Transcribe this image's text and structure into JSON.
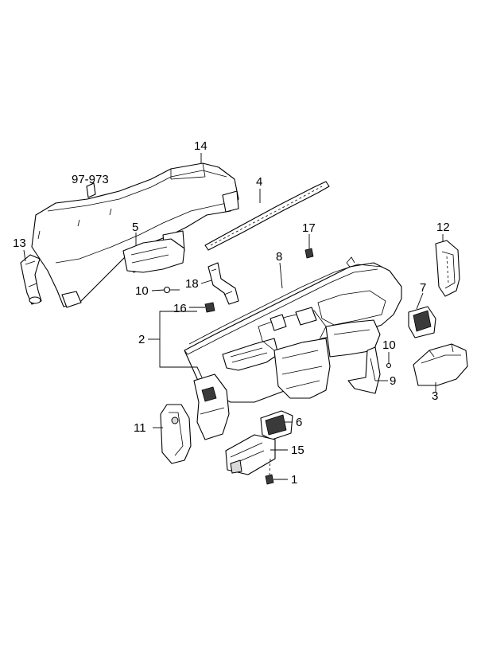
{
  "callouts": {
    "c14": "14",
    "c97": "97-973",
    "c4": "4",
    "c5": "5",
    "c13": "13",
    "c17": "17",
    "c12": "12",
    "c8": "8",
    "c10a": "10",
    "c18": "18",
    "c16": "16",
    "c7": "7",
    "c2": "2",
    "c10b": "10",
    "c9": "9",
    "c3": "3",
    "c6": "6",
    "c11": "11",
    "c15": "15",
    "c1": "1"
  }
}
